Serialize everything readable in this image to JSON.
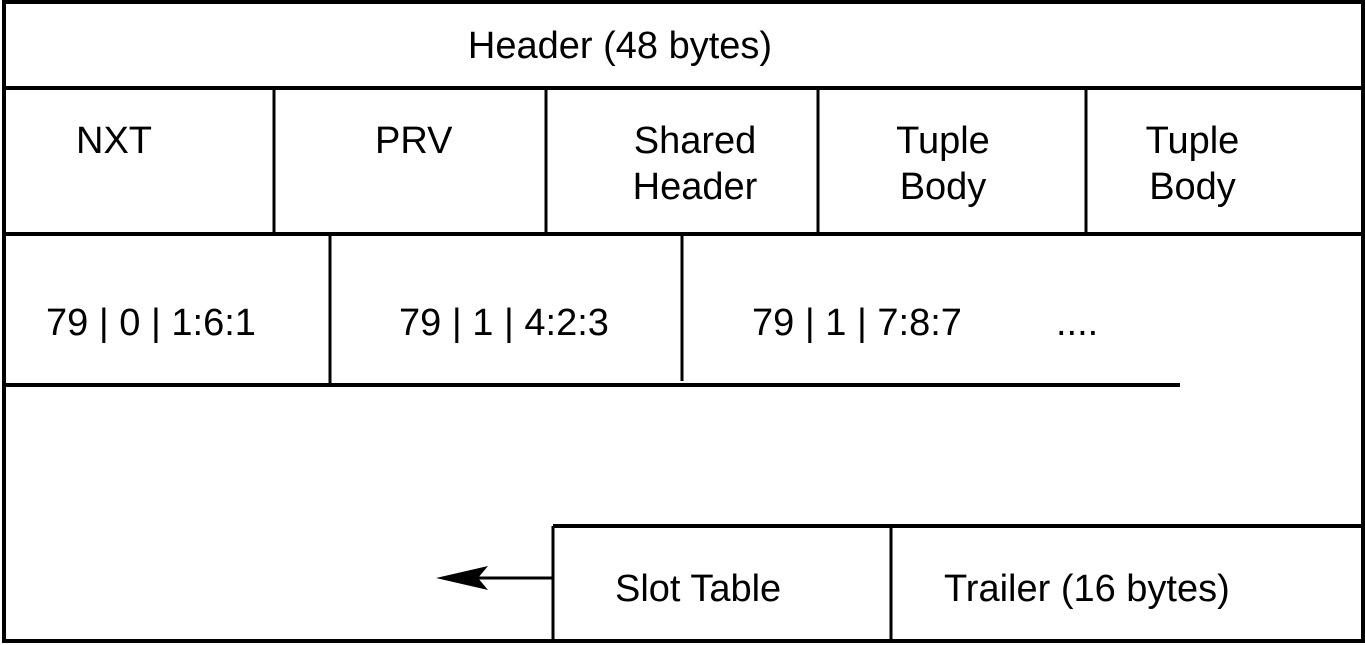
{
  "header": {
    "label": "Header (48 bytes)"
  },
  "row_cells": [
    {
      "label": "NXT"
    },
    {
      "label": "PRV"
    },
    {
      "line1": "Shared",
      "line2": "Header"
    },
    {
      "line1": "Tuple",
      "line2": "Body"
    },
    {
      "line1": "Tuple",
      "line2": "Body"
    }
  ],
  "tuples": [
    {
      "label": "79 | 0 | 1:6:1"
    },
    {
      "label": "79 | 1 | 4:2:3"
    },
    {
      "label": "79 | 1 | 7:8:7"
    }
  ],
  "continuation": "....",
  "slot_table": {
    "label": "Slot Table"
  },
  "trailer": {
    "label": "Trailer (16 bytes)"
  }
}
